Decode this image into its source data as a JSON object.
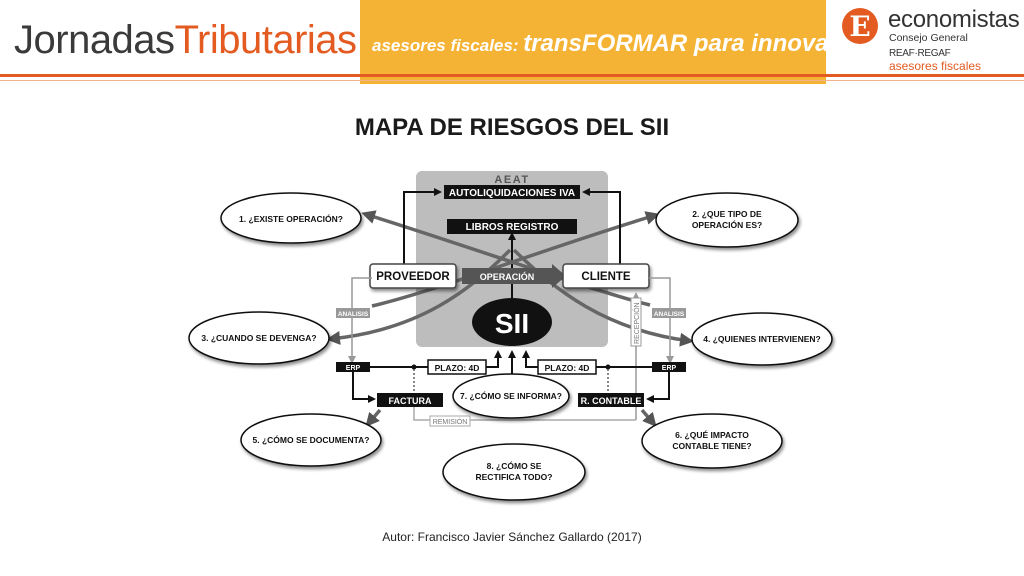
{
  "header": {
    "brand_part1": "Jornadas",
    "brand_part2": "Tributarias",
    "banner_part1": "asesores fiscales: ",
    "banner_part2": "transFORMAR para innovar",
    "logo_mark": "E",
    "logo_name": "economistas",
    "logo_sub": "Consejo General",
    "logo_reaf": "REAF·REGAF",
    "logo_asesores": "asesores fiscales"
  },
  "title": "MAPA DE RIESGOS DEL SII",
  "diagram": {
    "aeat": "AEAT",
    "autoliquidaciones": "AUTOLIQUIDACIONES IVA",
    "libros": "LIBROS REGISTRO",
    "operacion": "OPERACIÓN",
    "proveedor": "PROVEEDOR",
    "cliente": "CLIENTE",
    "sii": "SII",
    "analisis_left": "ANALISIS",
    "analisis_right": "ANALISIS",
    "recepcion": "RECEPCIÓN",
    "erp_left": "ERP",
    "erp_right": "ERP",
    "plazo_left": "PLAZO: 4D",
    "plazo_right": "PLAZO: 4D",
    "factura": "FACTURA",
    "r_contable": "R. CONTABLE",
    "remision": "REMISIÓN",
    "questions": {
      "q1": [
        "1. ¿EXISTE OPERACIÓN?"
      ],
      "q2": [
        "2. ¿QUE TIPO DE",
        "OPERACIÓN ES?"
      ],
      "q3": [
        "3. ¿CUANDO SE DEVENGA?"
      ],
      "q4": [
        "4. ¿QUIENES INTERVIENEN?"
      ],
      "q5": [
        "5. ¿CÓMO SE DOCUMENTA?"
      ],
      "q6": [
        "6. ¿QUÉ IMPACTO",
        "CONTABLE TIENE?"
      ],
      "q7": [
        "7. ¿CÓMO SE INFORMA?"
      ],
      "q8": [
        "8. ¿CÓMO SE",
        "RECTIFICA TODO?"
      ]
    }
  },
  "footer": "Autor: Francisco Javier Sánchez Gallardo (2017)"
}
